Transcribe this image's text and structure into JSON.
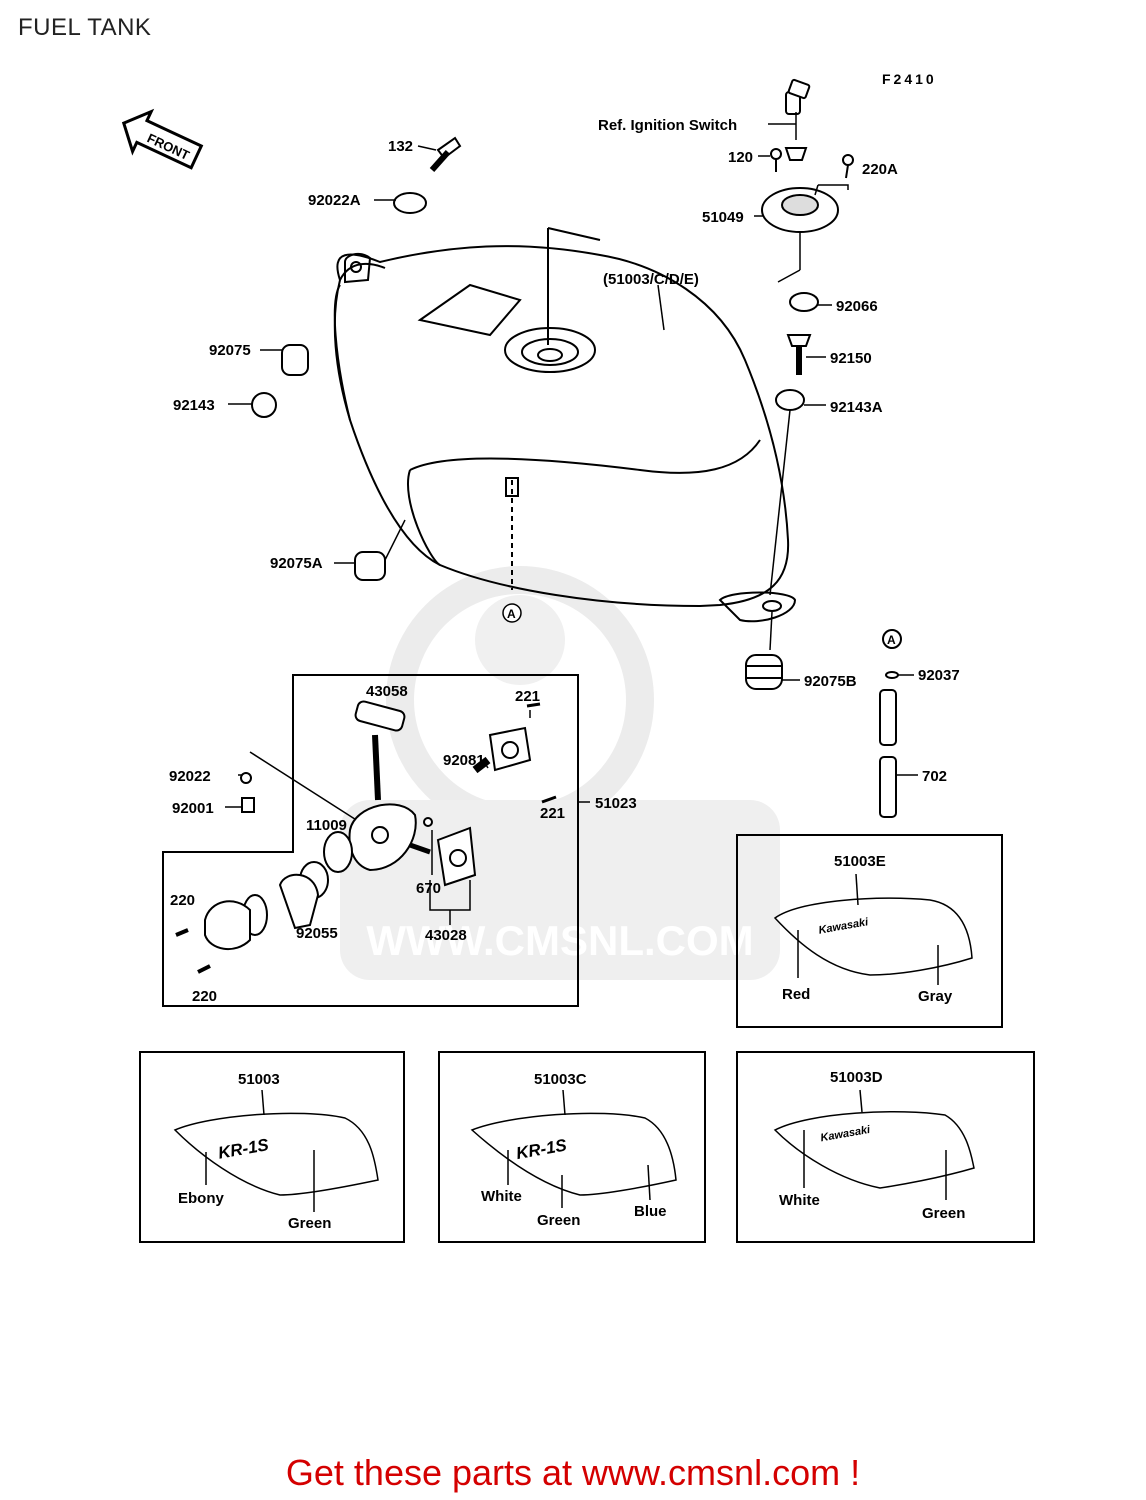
{
  "header": {
    "title": "FUEL TANK",
    "figure_code": "F2410"
  },
  "front_arrow": "FRONT",
  "labels": {
    "ref_ignition_switch": "Ref. Ignition Switch",
    "p120": "120",
    "p220a": "220A",
    "p51049": "51049",
    "p51003cde": "(51003/C/D/E)",
    "p92066": "92066",
    "p92150": "92150",
    "p92143a": "92143A",
    "p132": "132",
    "p92022a": "92022A",
    "p92075": "92075",
    "p92143": "92143",
    "p92075a": "92075A",
    "callout_a1": "A",
    "callout_a2": "A",
    "p92075b": "92075B",
    "p92037": "92037",
    "p702": "702",
    "p43058": "43058",
    "p221_top": "221",
    "p92081": "92081",
    "p221_mid": "221",
    "p51023": "51023",
    "p92022": "92022",
    "p92001": "92001",
    "p11009": "11009",
    "p670": "670",
    "p43028": "43028",
    "p220_top": "220",
    "p220_bot": "220",
    "p92055": "92055"
  },
  "variants": {
    "e": {
      "part": "51003E",
      "brand": "Kawasaki",
      "colors": [
        "Red",
        "Gray"
      ]
    },
    "base": {
      "part": "51003",
      "brand": "KR-1S",
      "colors": [
        "Ebony",
        "Green"
      ]
    },
    "c": {
      "part": "51003C",
      "brand": "KR-1S",
      "colors": [
        "White",
        "Green",
        "Blue"
      ]
    },
    "d": {
      "part": "51003D",
      "brand": "Kawasaki",
      "colors": [
        "White",
        "Green"
      ]
    }
  },
  "watermark": "WWW.CMSNL.COM",
  "footer": {
    "text": "Get these parts at www.cmsnl.com !"
  },
  "colors": {
    "footer": "#d40000",
    "lines": "#000000",
    "watermark": "#e6e6e6"
  }
}
